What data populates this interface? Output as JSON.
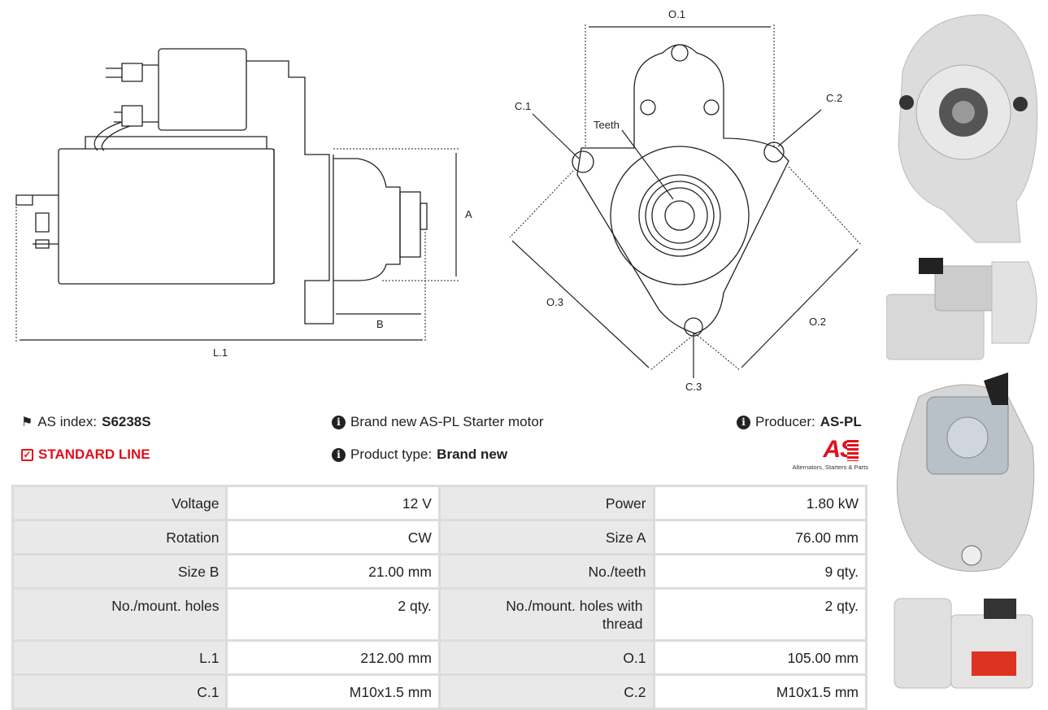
{
  "diagram": {
    "side": {
      "a": "A",
      "b": "B",
      "l1": "L.1"
    },
    "front": {
      "o1": "O.1",
      "o2": "O.2",
      "o3": "O.3",
      "c1": "C.1",
      "c2": "C.2",
      "c3": "C.3",
      "teeth": "Teeth"
    }
  },
  "info": {
    "as_index_label": "AS index:",
    "as_index_value": "S6238S",
    "line": "STANDARD LINE",
    "description": "Brand new AS-PL Starter motor",
    "product_type_label": "Product type:",
    "product_type_value": "Brand new",
    "producer_label": "Producer:",
    "producer_value": "AS-PL",
    "logo_text": "AS",
    "logo_tagline": "Alternators, Starters & Parts"
  },
  "colors": {
    "accent": "#e3101b",
    "label_bg": "#e9e9e9",
    "border": "#dcdcdc"
  },
  "specs": [
    {
      "l1": "Voltage",
      "v1": "12 V",
      "l2": "Power",
      "v2": "1.80 kW"
    },
    {
      "l1": "Rotation",
      "v1": "CW",
      "l2": "Size A",
      "v2": "76.00 mm"
    },
    {
      "l1": "Size B",
      "v1": "21.00 mm",
      "l2": "No./teeth",
      "v2": "9 qty."
    },
    {
      "l1": "No./mount. holes",
      "v1": "2 qty.",
      "l2": "No./mount. holes with thread",
      "v2": "2 qty."
    },
    {
      "l1": "L.1",
      "v1": "212.00 mm",
      "l2": "O.1",
      "v2": "105.00 mm"
    },
    {
      "l1": "C.1",
      "v1": "M10x1.5 mm",
      "l2": "C.2",
      "v2": "M10x1.5 mm"
    }
  ]
}
